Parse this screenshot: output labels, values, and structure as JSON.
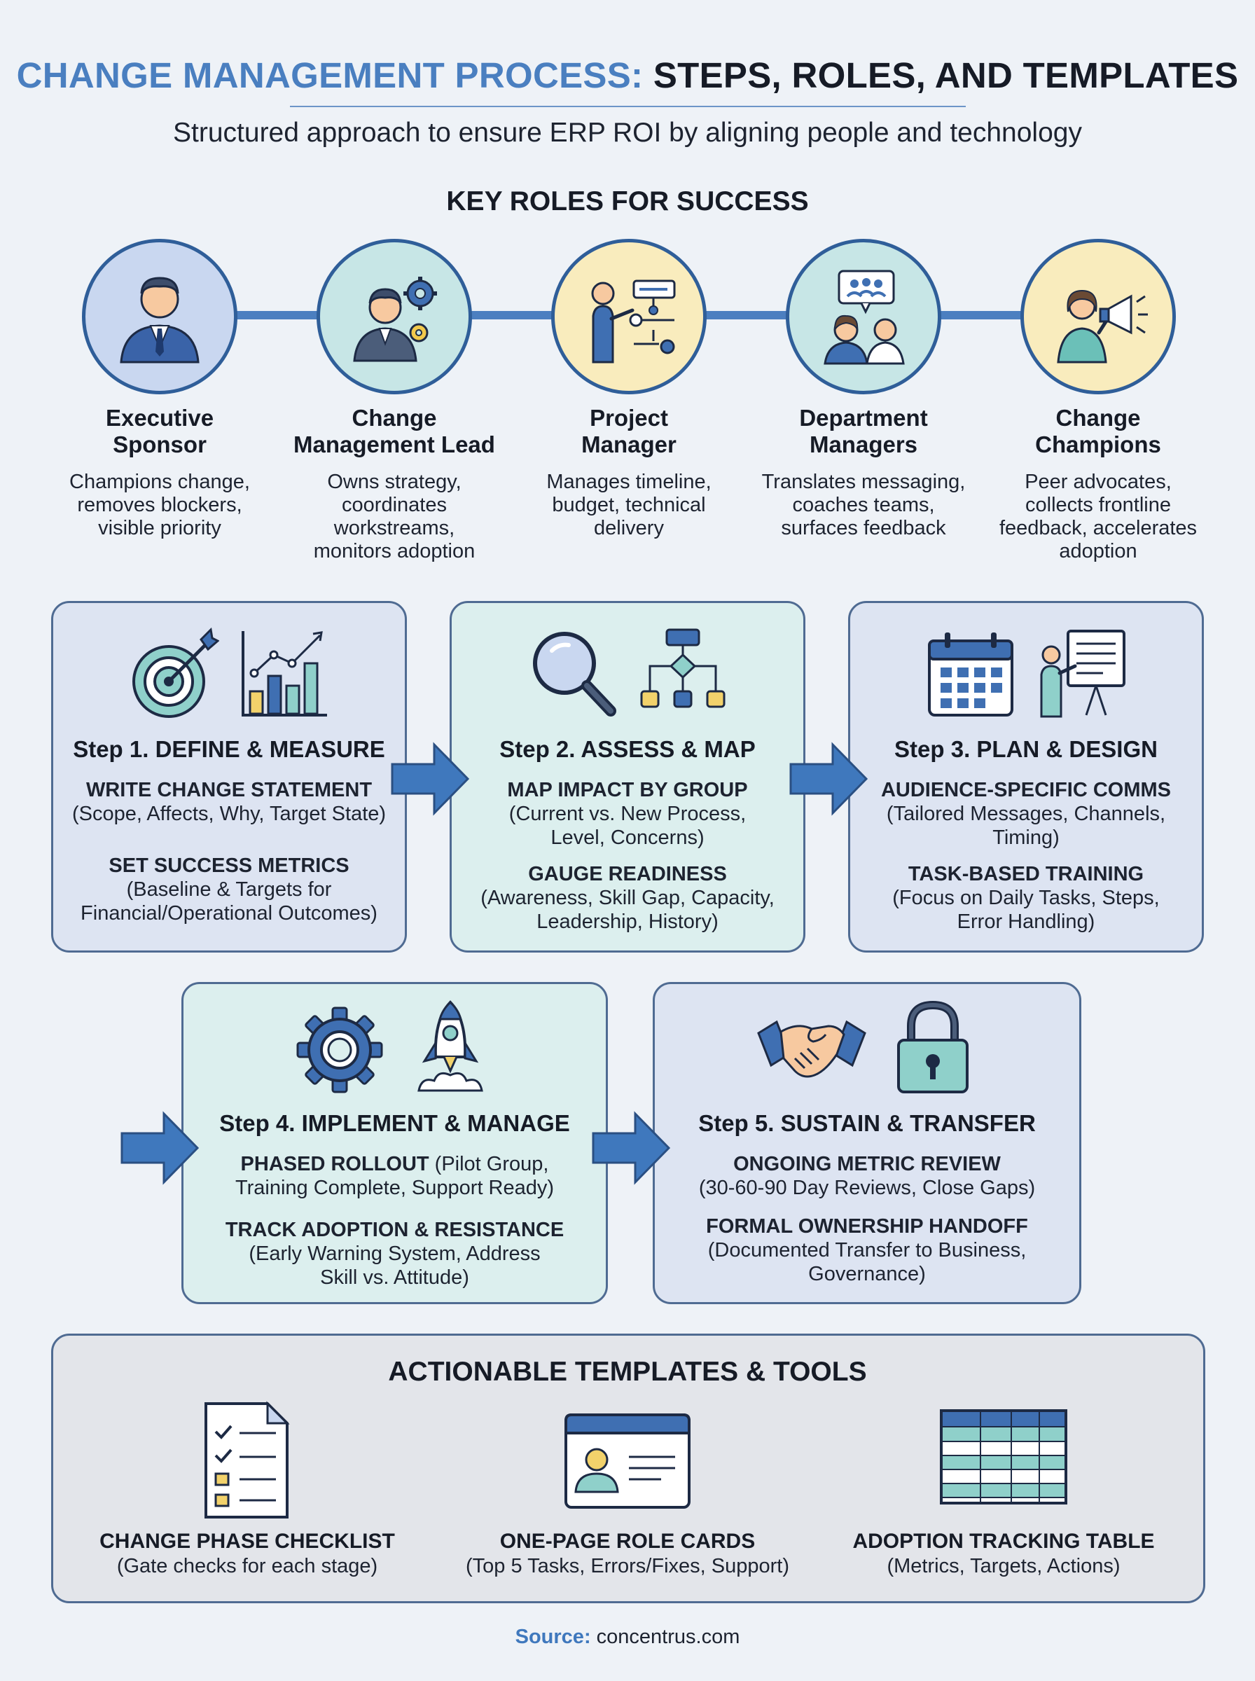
{
  "header": {
    "title_part1": "CHANGE MANAGEMENT PROCESS:",
    "title_part2": "STEPS, ROLES, AND TEMPLATES",
    "subtitle": "Structured approach to ensure ERP ROI by aligning people and technology"
  },
  "roles": {
    "heading": "KEY ROLES FOR SUCCESS",
    "items": [
      {
        "name": "Executive Sponsor",
        "name_line1": "Executive",
        "name_line2": "Sponsor",
        "desc_lines": [
          "Champions change,",
          "removes blockers,",
          "visible priority"
        ],
        "icon": "executive-icon",
        "color": "#c9d7f0"
      },
      {
        "name": "Change Management Lead",
        "name_line1": "Change",
        "name_line2": "Management Lead",
        "desc_lines": [
          "Owns strategy,",
          "coordinates",
          "workstreams,",
          "monitors adoption"
        ],
        "icon": "lead-with-gears-icon",
        "color": "#c7e6e6"
      },
      {
        "name": "Project Manager",
        "name_line1": "Project",
        "name_line2": "Manager",
        "desc_lines": [
          "Manages timeline,",
          "budget, technical",
          "delivery"
        ],
        "icon": "presenter-flowchart-icon",
        "color": "#f9ecbd"
      },
      {
        "name": "Department Managers",
        "name_line1": "Department",
        "name_line2": "Managers",
        "desc_lines": [
          "Translates messaging,",
          "coaches teams,",
          "surfaces feedback"
        ],
        "icon": "team-meeting-icon",
        "color": "#c7e6e6"
      },
      {
        "name": "Change Champions",
        "name_line1": "Change",
        "name_line2": "Champions",
        "desc_lines": [
          "Peer advocates,",
          "collects frontline",
          "feedback, accelerates",
          "adoption"
        ],
        "icon": "megaphone-icon",
        "color": "#f9ecbd"
      }
    ]
  },
  "steps": [
    {
      "title": "Step 1. DEFINE & MEASURE",
      "icons": [
        "target-icon",
        "bar-chart-icon"
      ],
      "items": [
        {
          "heading": "WRITE CHANGE STATEMENT",
          "lines": [
            "(Scope, Affects, Why, Target State)"
          ]
        },
        {
          "heading": "SET SUCCESS METRICS",
          "lines": [
            "(Baseline & Targets for",
            "Financial/Operational Outcomes)"
          ]
        }
      ]
    },
    {
      "title": "Step 2. ASSESS & MAP",
      "icons": [
        "magnifier-icon",
        "org-chart-icon"
      ],
      "items": [
        {
          "heading": "MAP IMPACT BY GROUP",
          "lines": [
            "(Current vs. New Process,",
            "Level, Concerns)"
          ]
        },
        {
          "heading": "GAUGE READINESS",
          "lines": [
            "(Awareness, Skill Gap, Capacity,",
            "Leadership, History)"
          ]
        }
      ]
    },
    {
      "title": "Step 3. PLAN & DESIGN",
      "icons": [
        "calendar-icon",
        "training-board-icon"
      ],
      "items": [
        {
          "heading": "AUDIENCE-SPECIFIC COMMS",
          "lines": [
            "(Tailored Messages, Channels,",
            "Timing)"
          ]
        },
        {
          "heading": "TASK-BASED TRAINING",
          "lines": [
            "(Focus on Daily Tasks, Steps,",
            "Error Handling)"
          ]
        }
      ]
    },
    {
      "title": "Step 4. IMPLEMENT & MANAGE",
      "icons": [
        "gear-icon",
        "rocket-icon"
      ],
      "items": [
        {
          "heading": "PHASED ROLLOUT",
          "inline": " (Pilot Group,",
          "lines": [
            "Training Complete, Support Ready)"
          ]
        },
        {
          "heading": "TRACK ADOPTION & RESISTANCE",
          "lines": [
            "(Early Warning System, Address",
            "Skill vs. Attitude)"
          ]
        }
      ]
    },
    {
      "title": "Step 5. SUSTAIN & TRANSFER",
      "icons": [
        "handshake-icon",
        "padlock-icon"
      ],
      "items": [
        {
          "heading": "ONGOING METRIC REVIEW",
          "lines": [
            "(30-60-90 Day Reviews, Close Gaps)"
          ]
        },
        {
          "heading": "FORMAL OWNERSHIP HANDOFF",
          "lines": [
            "(Documented Transfer to Business,",
            "Governance)"
          ]
        }
      ]
    }
  ],
  "templates": {
    "heading": "ACTIONABLE TEMPLATES & TOOLS",
    "items": [
      {
        "name": "CHANGE PHASE CHECKLIST",
        "desc": "(Gate checks for each stage)",
        "icon": "checklist-icon"
      },
      {
        "name": "ONE-PAGE ROLE CARDS",
        "desc": "(Top 5 Tasks, Errors/Fixes, Support)",
        "icon": "id-card-icon"
      },
      {
        "name": "ADOPTION TRACKING TABLE",
        "desc": "(Metrics, Targets, Actions)",
        "icon": "table-icon"
      }
    ]
  },
  "source": {
    "label": "Source:",
    "value": "concentrus.com"
  },
  "colors": {
    "accent_blue": "#4a7fc0",
    "card_blue": "#dde4f2",
    "card_green": "#dcefee",
    "border": "#4f6b92"
  }
}
